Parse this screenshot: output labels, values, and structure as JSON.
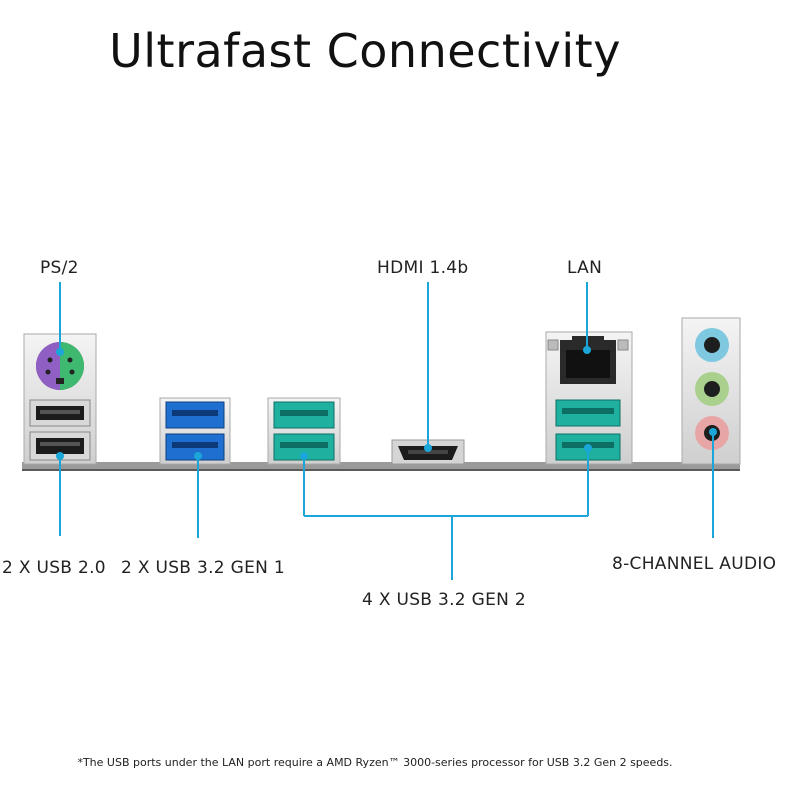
{
  "title": "Ultrafast Connectivity",
  "labels": {
    "ps2": "PS/2",
    "hdmi": "HDMI 1.4b",
    "lan": "LAN",
    "usb20": "2 X USB 2.0",
    "usb32gen1": "2 X USB 3.2 GEN 1",
    "usb32gen2": "4 X USB 3.2 GEN 2",
    "audio": "8-CHANNEL AUDIO"
  },
  "footnote": "*The USB ports under the LAN port require a AMD Ryzen™ 3000-series processor for USB 3.2 Gen 2 speeds.",
  "colors": {
    "callout": "#1aa6d8",
    "usb_gen1": "#1f6fd0",
    "usb_gen2": "#1fb0a0",
    "ps2_purple": "#8f5fc4",
    "ps2_green": "#3fb870",
    "audio_blue": "#7ec8e0",
    "audio_green": "#a9d08c",
    "audio_pink": "#e8a5a5"
  }
}
